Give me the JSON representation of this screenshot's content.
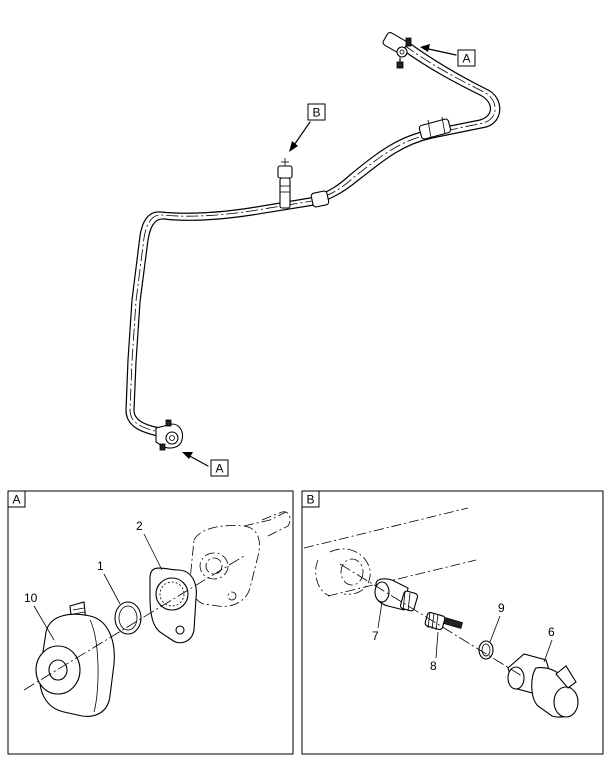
{
  "callouts": {
    "top_a": "A",
    "top_b": "B",
    "bottom_a": "A"
  },
  "panel_a": {
    "tag": "A",
    "items": [
      "10",
      "1",
      "2"
    ]
  },
  "panel_b": {
    "tag": "B",
    "items": [
      "7",
      "8",
      "9",
      "6"
    ]
  }
}
